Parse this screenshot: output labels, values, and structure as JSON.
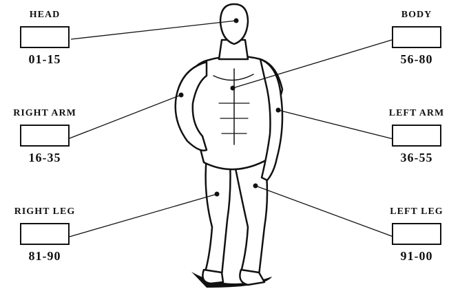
{
  "regions": {
    "head": {
      "label": "HEAD",
      "range": "01-15"
    },
    "body": {
      "label": "BODY",
      "range": "56-80"
    },
    "right_arm": {
      "label": "RIGHT ARM",
      "range": "16-35"
    },
    "left_arm": {
      "label": "LEFT ARM",
      "range": "36-55"
    },
    "right_leg": {
      "label": "RIGHT LEG",
      "range": "81-90"
    },
    "left_leg": {
      "label": "LEFT LEG",
      "range": "91-00"
    }
  }
}
